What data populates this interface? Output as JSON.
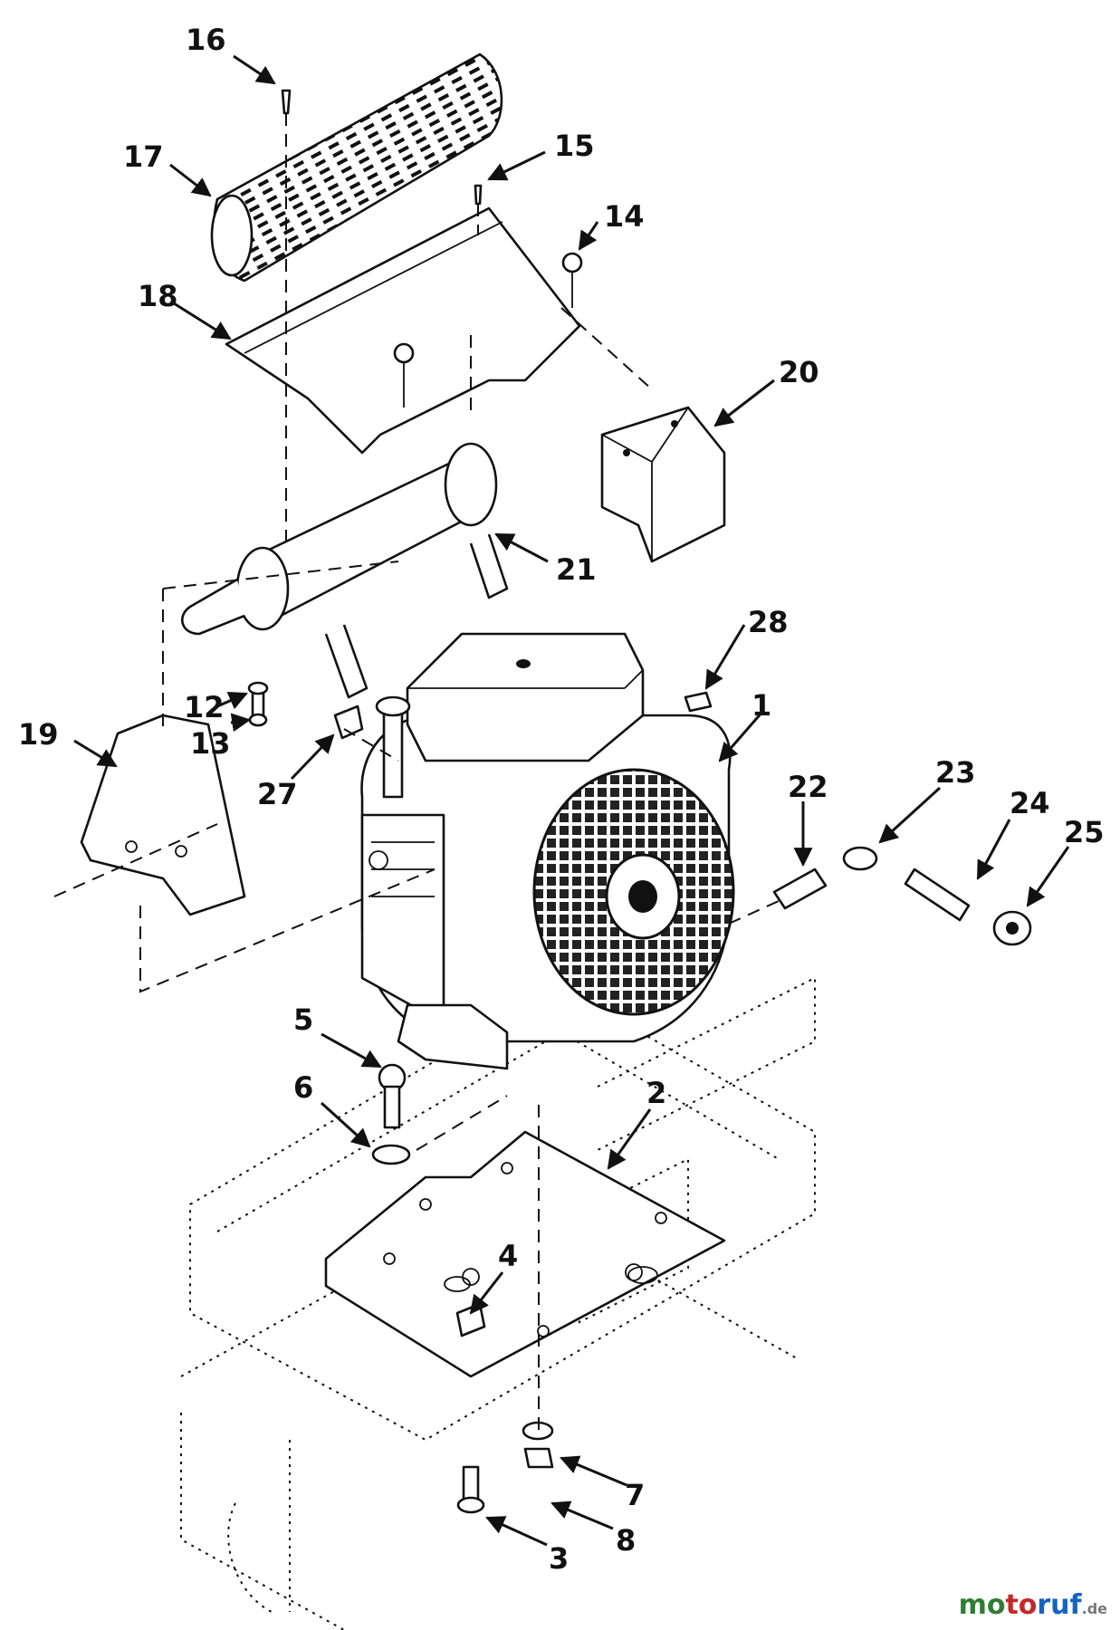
{
  "callouts": [
    {
      "id": "1",
      "label": "1"
    },
    {
      "id": "2",
      "label": "2"
    },
    {
      "id": "3",
      "label": "3"
    },
    {
      "id": "4",
      "label": "4"
    },
    {
      "id": "5",
      "label": "5"
    },
    {
      "id": "6",
      "label": "6"
    },
    {
      "id": "7",
      "label": "7"
    },
    {
      "id": "8",
      "label": "8"
    },
    {
      "id": "12",
      "label": "12"
    },
    {
      "id": "13",
      "label": "13"
    },
    {
      "id": "14",
      "label": "14"
    },
    {
      "id": "15",
      "label": "15"
    },
    {
      "id": "16",
      "label": "16"
    },
    {
      "id": "17",
      "label": "17"
    },
    {
      "id": "18",
      "label": "18"
    },
    {
      "id": "19",
      "label": "19"
    },
    {
      "id": "20",
      "label": "20"
    },
    {
      "id": "21",
      "label": "21"
    },
    {
      "id": "22",
      "label": "22"
    },
    {
      "id": "23",
      "label": "23"
    },
    {
      "id": "24",
      "label": "24"
    },
    {
      "id": "25",
      "label": "25"
    },
    {
      "id": "27",
      "label": "27"
    },
    {
      "id": "28",
      "label": "28"
    }
  ],
  "watermark": {
    "part1": "mo",
    "part2": "to",
    "part3": "ruf",
    "part4": ".de"
  }
}
